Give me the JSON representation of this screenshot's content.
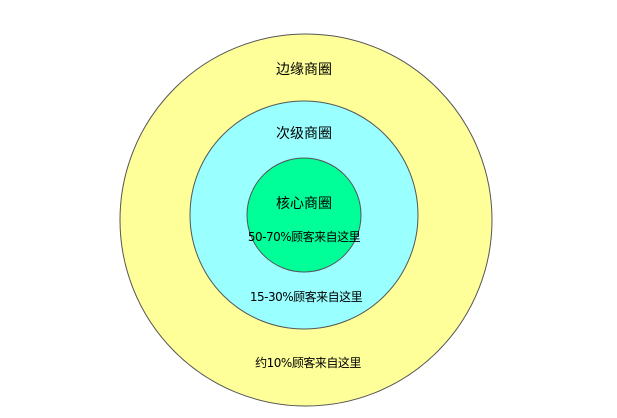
{
  "rings": [
    {
      "id": "outer",
      "title": "边缘商圈",
      "share": "约10%顾客来自这里",
      "color": "#FFFF99"
    },
    {
      "id": "middle",
      "title": "次级商圈",
      "share": "15-30%顾客来自这里",
      "color": "#99FFFF"
    },
    {
      "id": "inner",
      "title": "核心商圈",
      "share": "50-70%顾客来自这里",
      "color": "#00FF99"
    }
  ]
}
